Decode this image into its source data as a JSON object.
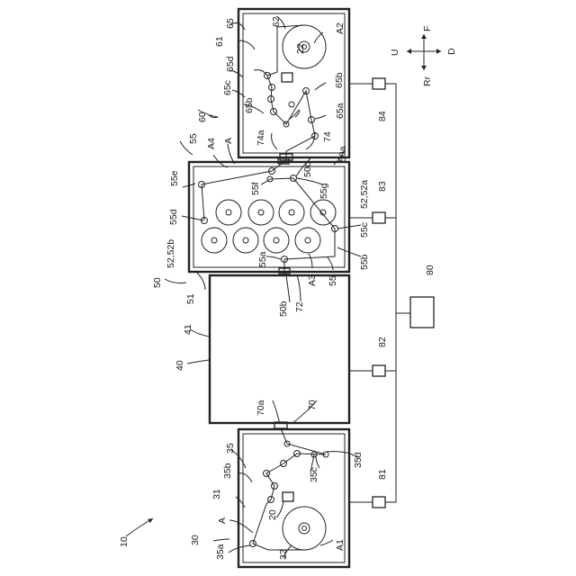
{
  "labels": {
    "fig_number": "10",
    "orient_f": "F",
    "orient_d": "D",
    "orient_u": "U",
    "orient_rr": "Rr",
    "unit_65": "65",
    "unit_61": "61",
    "unit_65d": "65d",
    "unit_62": "62",
    "unit_22": "22",
    "unit_a2": "A2",
    "unit_65c": "65c",
    "unit_65b_top": "65b",
    "unit_65b_left": "65b",
    "unit_60": "60",
    "unit_65a": "65a",
    "unit_74a": "74a",
    "unit_74": "74",
    "unit_84": "84",
    "unit_55_top": "55",
    "unit_a4": "A4",
    "unit_a_top": "A",
    "unit_55e": "55e",
    "unit_55f": "55f",
    "unit_50c": "50c",
    "unit_50a": "50a",
    "unit_55g": "55g",
    "unit_52_52a": "52,52a",
    "unit_83": "83",
    "unit_55d": "55d",
    "unit_55c": "55c",
    "unit_52_52b": "52,52b",
    "unit_55a": "55a",
    "unit_55b": "55b",
    "unit_a3": "A3",
    "unit_55_bottom": "55",
    "unit_50": "50",
    "unit_51": "51",
    "unit_50b": "50b",
    "unit_72": "72",
    "unit_80": "80",
    "unit_41": "41",
    "unit_40": "40",
    "unit_82": "82",
    "unit_70a": "70a",
    "unit_70": "70",
    "unit_35": "35",
    "unit_35d": "35d",
    "unit_35b": "35b",
    "unit_35c": "35c",
    "unit_81": "81",
    "unit_31": "31",
    "unit_20": "20",
    "unit_a_bottom": "A",
    "unit_30": "30",
    "unit_35a": "35a",
    "unit_32": "32",
    "unit_a1": "A1"
  }
}
